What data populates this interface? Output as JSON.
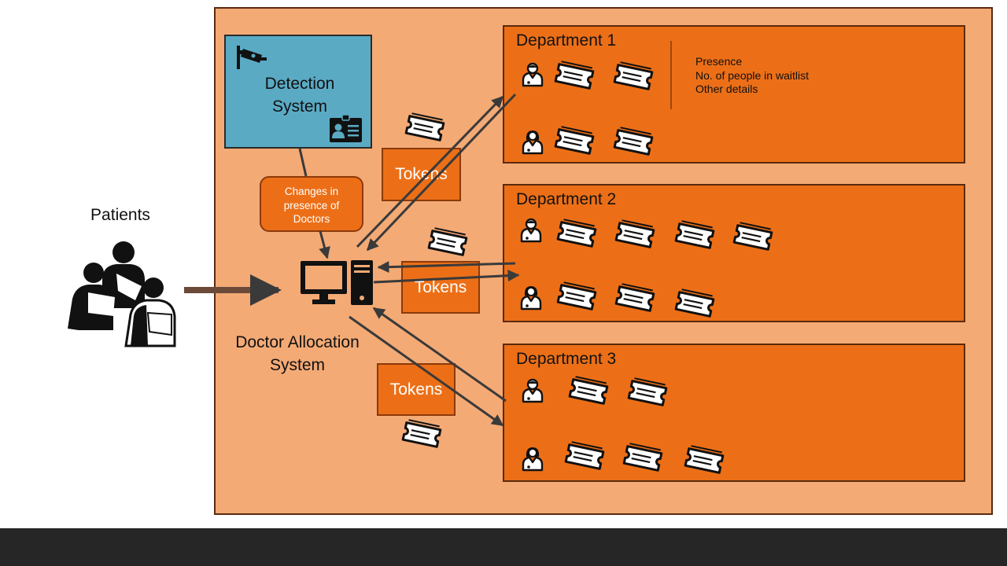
{
  "patients": {
    "label": "Patients"
  },
  "detection_system": {
    "title": "Detection\nSystem"
  },
  "changes_box": {
    "text": "Changes in\npresence of\nDoctors"
  },
  "allocation_system": {
    "label": "Doctor Allocation\nSystem"
  },
  "tokens_label": "Tokens",
  "departments": [
    {
      "name": "Department 1"
    },
    {
      "name": "Department 2"
    },
    {
      "name": "Department 3"
    }
  ],
  "details": {
    "line1": "Presence",
    "line2": "No. of people in waitlist",
    "line3": "Other details"
  },
  "colors": {
    "outer": "#f4aa75",
    "department": "#ec6f17",
    "detection": "#5aaac4",
    "footer": "#262626"
  }
}
